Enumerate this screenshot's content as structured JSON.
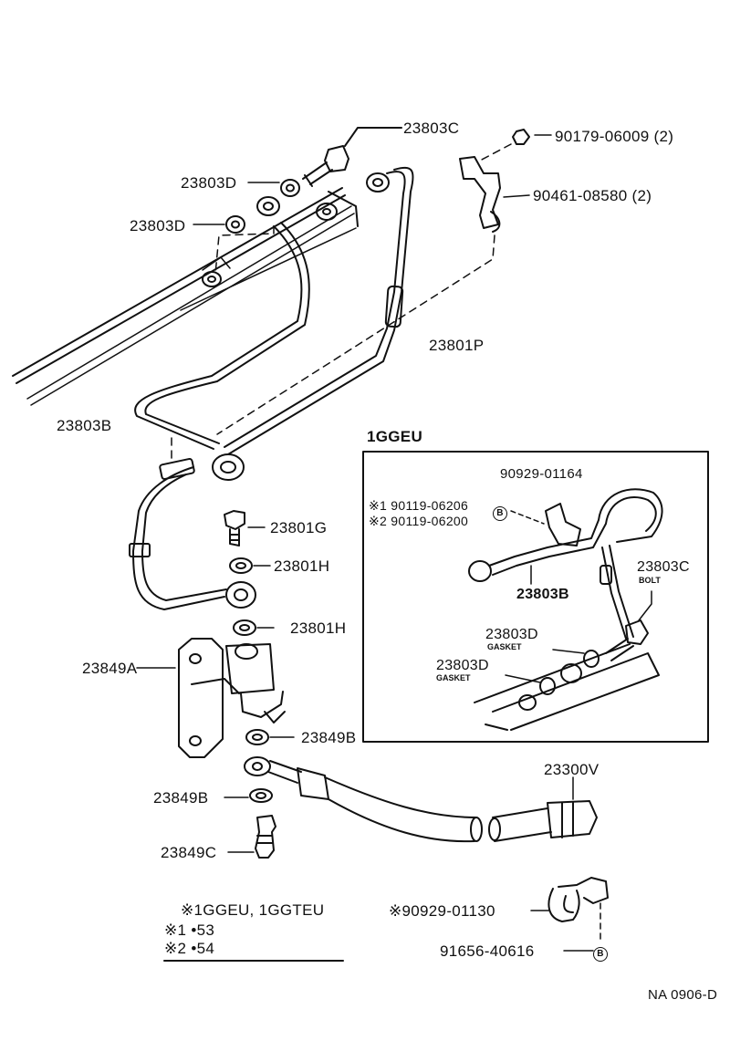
{
  "labels": {
    "p_23803C_top": "23803C",
    "p_90179": "90179-06009 (2)",
    "p_90461": "90461-08580 (2)",
    "p_23803D_a": "23803D",
    "p_23803D_b": "23803D",
    "p_23801P": "23801P",
    "p_23803B": "23803B",
    "p_23801G": "23801G",
    "p_23801H_a": "23801H",
    "p_23801H_b": "23801H",
    "p_23849A": "23849A",
    "p_23849B_a": "23849B",
    "p_23849B_b": "23849B",
    "p_23849C": "23849C",
    "p_23300V": "23300V",
    "p_90929_01130": "※90929-01130",
    "p_91656": "91656-40616",
    "code": "NA  0906-D"
  },
  "inset": {
    "title": "1GGEU",
    "p_90929_01164": "90929-01164",
    "note1": "※1 90119-06206",
    "note2": "※2 90119-06200",
    "circle_b": "B",
    "p_23803C": "23803C",
    "bolt": "BOLT",
    "p_23803B": "23803B",
    "p_23803D_a": "23803D",
    "gasket_a": "GASKET",
    "p_23803D_b": "23803D",
    "gasket_b": "GASKET"
  },
  "legend": {
    "line1": "※1GGEU, 1GGTEU",
    "line2": "※1 •53",
    "line3": "※2 •54"
  },
  "circle_b": "B"
}
